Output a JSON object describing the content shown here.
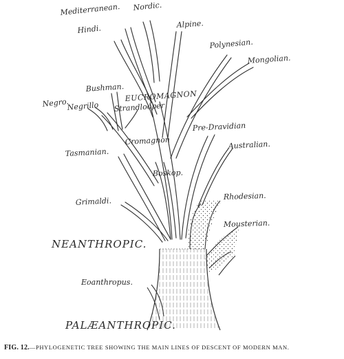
{
  "figure": {
    "caption_prefix": "FIG. 12.",
    "caption_text": "—PHYLOGENETIC TREE SHOWING THE MAIN LINES OF DESCENT OF MODERN MAN."
  },
  "labels": {
    "mediterranean": "Mediterranean.",
    "nordic": "Nordic.",
    "hindi": "Hindi.",
    "alpine": "Alpine.",
    "polynesian": "Polynesian.",
    "mongolian": "Mongolian.",
    "bushman": "Bushman.",
    "eucromagnon": "EUCROMAGNON",
    "negro": "Negro.",
    "negrillo": "Negrillo",
    "strandlooper": "Strandlooper",
    "pre_dravidian": "Pre-Dravidian",
    "cromagnon": "Cromagnon",
    "australian": "Australian.",
    "tasmanian": "Tasmanian.",
    "boskop": "Boskop.",
    "rhodesian": "Rhodesian.",
    "grimaldi": "Grimaldi.",
    "mousterian": "Mousterian.",
    "neanthropic": "NEANTHROPIC.",
    "eoanthropus": "Eoanthropus.",
    "palaeanthropic": "PALÆANTHROPIC."
  }
}
